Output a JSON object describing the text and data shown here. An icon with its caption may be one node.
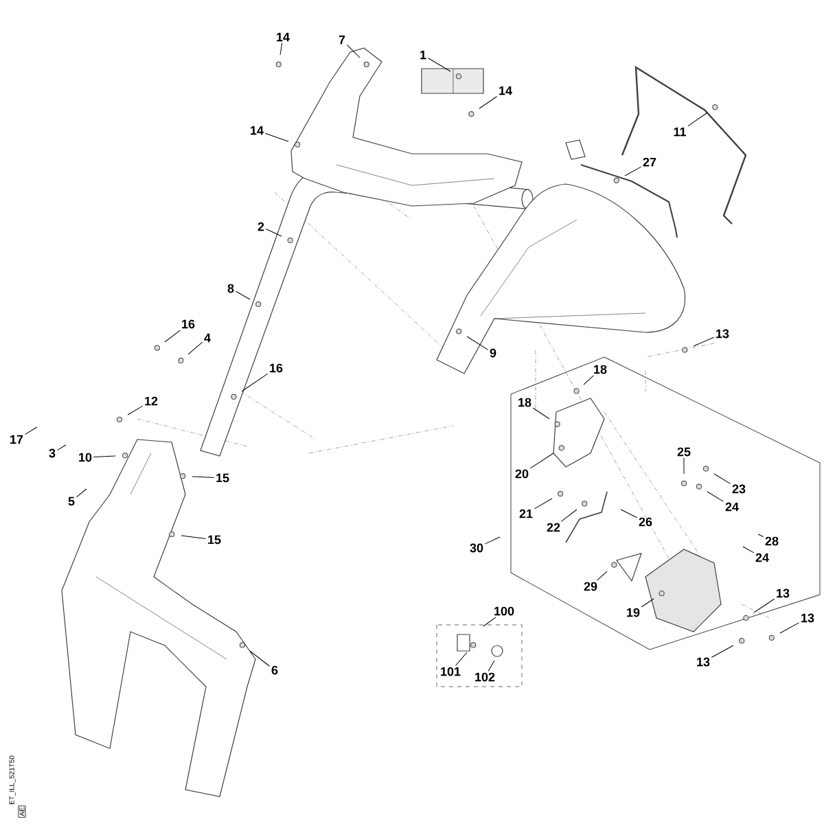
{
  "diagram": {
    "nodes": [
      {
        "text": [
          "14"
        ]
      },
      {
        "text": [
          "7"
        ]
      },
      {
        "text": [
          "1"
        ]
      },
      {
        "text": [
          "14"
        ]
      },
      {
        "text": [
          "11"
        ]
      },
      {
        "text": [
          "14"
        ]
      },
      {
        "text": [
          "27"
        ]
      },
      {
        "text": [
          "2"
        ]
      },
      {
        "text": [
          "8"
        ]
      },
      {
        "text": [
          "16"
        ]
      },
      {
        "text": [
          "13"
        ]
      },
      {
        "text": [
          "4"
        ]
      },
      {
        "text": [
          "9"
        ]
      },
      {
        "text": [
          "16"
        ]
      },
      {
        "text": [
          "18"
        ]
      },
      {
        "text": [
          "12"
        ]
      },
      {
        "text": [
          "18"
        ]
      },
      {
        "text": [
          "17"
        ]
      },
      {
        "text": [
          "3"
        ]
      },
      {
        "text": [
          "25"
        ]
      },
      {
        "text": [
          "10"
        ]
      },
      {
        "text": [
          "20"
        ]
      },
      {
        "text": [
          "15"
        ]
      },
      {
        "text": [
          "23"
        ]
      },
      {
        "text": [
          "5"
        ]
      },
      {
        "text": [
          "24"
        ]
      },
      {
        "text": [
          "21"
        ]
      },
      {
        "text": [
          "22"
        ]
      },
      {
        "text": [
          "26"
        ]
      },
      {
        "text": [
          "15"
        ]
      },
      {
        "text": [
          "28"
        ]
      },
      {
        "text": [
          "30"
        ]
      },
      {
        "text": [
          "24"
        ]
      },
      {
        "text": [
          "29"
        ]
      },
      {
        "text": [
          "13"
        ]
      },
      {
        "text": [
          "19"
        ]
      },
      {
        "text": [
          "13"
        ]
      },
      {
        "text": [
          "100"
        ]
      },
      {
        "text": [
          "13"
        ]
      },
      {
        "text": [
          "6"
        ]
      },
      {
        "text": [
          "101"
        ]
      },
      {
        "text": [
          "102"
        ]
      }
    ],
    "edges": [
      {
        "from": 0,
        "to": null,
        "arrow": "none"
      },
      {
        "from": 1,
        "to": null,
        "arrow": "none"
      },
      {
        "from": 2,
        "to": null,
        "arrow": "none"
      },
      {
        "from": 3,
        "to": null,
        "arrow": "none"
      },
      {
        "from": 4,
        "to": null,
        "arrow": "none"
      },
      {
        "from": 5,
        "to": null,
        "arrow": "none"
      },
      {
        "from": 6,
        "to": null,
        "arrow": "none"
      },
      {
        "from": 7,
        "to": null,
        "arrow": "none"
      },
      {
        "from": 8,
        "to": null,
        "arrow": "none"
      },
      {
        "from": 9,
        "to": null,
        "arrow": "none"
      },
      {
        "from": 10,
        "to": null,
        "arrow": "none"
      },
      {
        "from": 11,
        "to": null,
        "arrow": "none"
      },
      {
        "from": 12,
        "to": null,
        "arrow": "none"
      },
      {
        "from": 13,
        "to": null,
        "arrow": "none"
      },
      {
        "from": 14,
        "to": null,
        "arrow": "none"
      },
      {
        "from": 15,
        "to": null,
        "arrow": "none"
      },
      {
        "from": 16,
        "to": null,
        "arrow": "none"
      },
      {
        "from": 17,
        "to": null,
        "arrow": "none"
      },
      {
        "from": 18,
        "to": null,
        "arrow": "none"
      },
      {
        "from": 19,
        "to": null,
        "arrow": "none"
      },
      {
        "from": 20,
        "to": null,
        "arrow": "none"
      },
      {
        "from": 21,
        "to": null,
        "arrow": "none"
      },
      {
        "from": 22,
        "to": null,
        "arrow": "none"
      },
      {
        "from": 23,
        "to": null,
        "arrow": "none"
      },
      {
        "from": 24,
        "to": null,
        "arrow": "none"
      },
      {
        "from": 25,
        "to": null,
        "arrow": "none"
      },
      {
        "from": 26,
        "to": null,
        "arrow": "none"
      },
      {
        "from": 27,
        "to": null,
        "arrow": "none"
      },
      {
        "from": 28,
        "to": null,
        "arrow": "none"
      },
      {
        "from": 29,
        "to": null,
        "arrow": "none"
      },
      {
        "from": 30,
        "to": null,
        "arrow": "none"
      },
      {
        "from": 31,
        "to": null,
        "arrow": "none"
      },
      {
        "from": 32,
        "to": null,
        "arrow": "none"
      },
      {
        "from": 33,
        "to": null,
        "arrow": "none"
      },
      {
        "from": 34,
        "to": null,
        "arrow": "none"
      },
      {
        "from": 35,
        "to": null,
        "arrow": "none"
      },
      {
        "from": 36,
        "to": null,
        "arrow": "none"
      },
      {
        "from": 37,
        "to": null,
        "arrow": "none"
      },
      {
        "from": 38,
        "to": null,
        "arrow": "none"
      },
      {
        "from": 39,
        "to": null,
        "arrow": "none"
      },
      {
        "from": 40,
        "to": null,
        "arrow": "none"
      },
      {
        "from": 41,
        "to": null,
        "arrow": "none"
      }
    ],
    "labels": [
      "ET_ILL_521T50",
      "AE"
    ]
  }
}
